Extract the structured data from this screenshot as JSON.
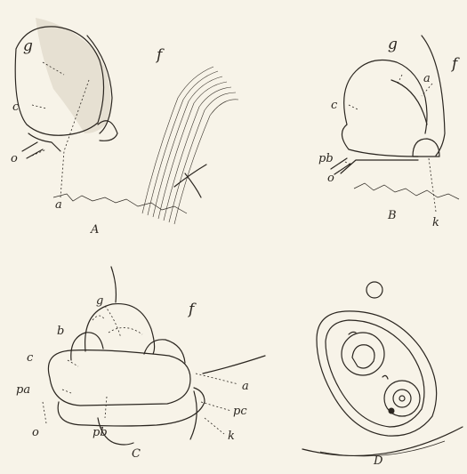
{
  "figures": {
    "A": {
      "caption": "A",
      "labels": {
        "g": "g",
        "f": "f",
        "c": "c",
        "o": "o",
        "a": "a"
      }
    },
    "B": {
      "caption": "B",
      "labels": {
        "g": "g",
        "a": "a",
        "f": "f",
        "c": "c",
        "pb": "pb",
        "o": "o",
        "k": "k"
      }
    },
    "C": {
      "caption": "C",
      "labels": {
        "g": "g",
        "f": "f",
        "b": "b",
        "c": "c",
        "a": "a",
        "pa": "pa",
        "pc": "pc",
        "o": "o",
        "pb": "pb",
        "k": "k"
      }
    },
    "D": {
      "caption": "D"
    }
  }
}
